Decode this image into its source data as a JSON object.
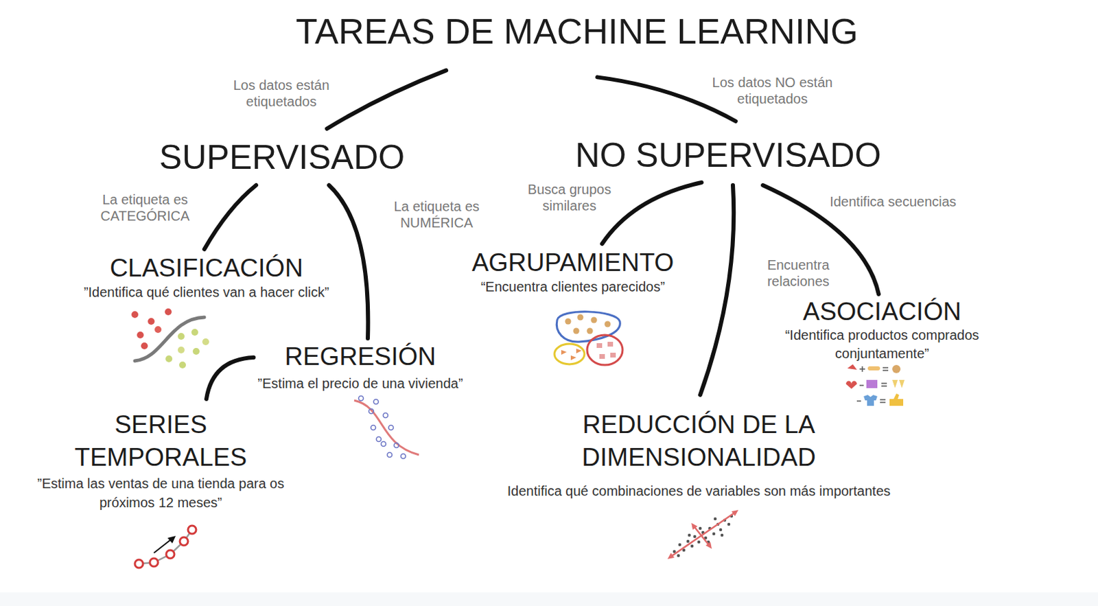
{
  "diagram": {
    "nodes": [
      {
        "text": [
          "TAREAS DE MACHINE LEARNING"
        ]
      },
      {
        "text": [
          "SUPERVISADO"
        ]
      },
      {
        "text": [
          "NO SUPERVISADO"
        ]
      },
      {
        "text": [
          "CLASIFICACIÓN",
          "”Identifica qué clientes van a hacer click”"
        ]
      },
      {
        "text": [
          "REGRESIÓN",
          "”Estima el precio de una vivienda”"
        ]
      },
      {
        "text": [
          "SERIES TEMPORALES",
          "”Estima las ventas de una tienda para os próximos 12 meses”"
        ]
      },
      {
        "text": [
          "AGRUPAMIENTO",
          "“Encuentra clientes parecidos”"
        ]
      },
      {
        "text": [
          "REDUCCIÓN DE LA DIMENSIONALIDAD",
          "Identifica qué combinaciones de variables son más importantes"
        ]
      },
      {
        "text": [
          "ASOCIACIÓN",
          "“Identifica productos comprados conjuntamente”"
        ]
      }
    ],
    "edges": [
      {
        "from": 0,
        "to": 1,
        "label": "Los datos están etiquetados",
        "arrow": "none"
      },
      {
        "from": 0,
        "to": 2,
        "label": "Los datos NO están etiquetados",
        "arrow": "none"
      },
      {
        "from": 1,
        "to": 3,
        "label": "La etiqueta es CATEGÓRICA",
        "arrow": "none"
      },
      {
        "from": 1,
        "to": 4,
        "label": "La etiqueta es NUMÉRICA",
        "arrow": "none"
      },
      {
        "from": 4,
        "to": 5,
        "arrow": "none"
      },
      {
        "from": 2,
        "to": 6,
        "label": "Busca grupos similares",
        "arrow": "none"
      },
      {
        "from": 2,
        "to": 7,
        "label": "Encuentra relaciones",
        "arrow": "none"
      },
      {
        "from": 2,
        "to": 8,
        "label": "Identifica secuencias",
        "arrow": "none"
      }
    ]
  }
}
